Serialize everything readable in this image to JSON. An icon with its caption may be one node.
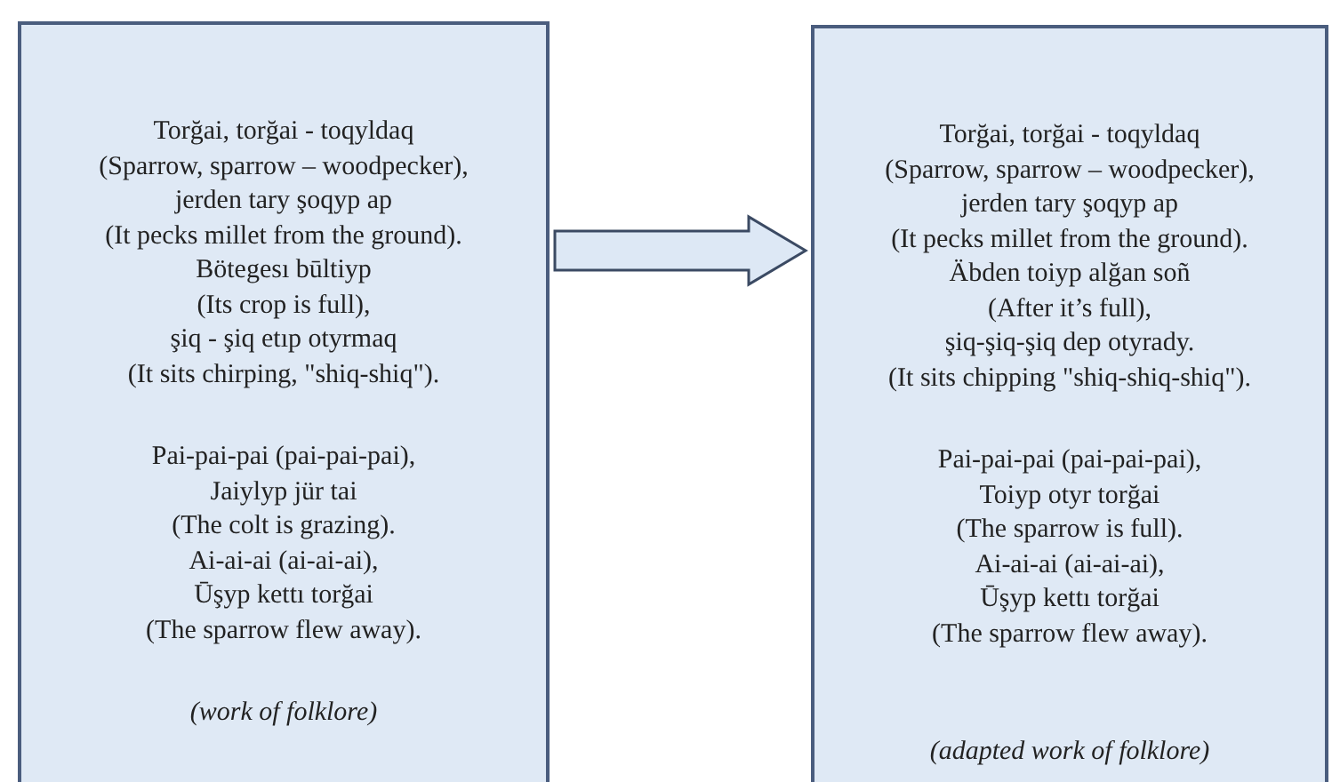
{
  "diagram": {
    "nodes": [
      {
        "text": [
          "Torğai, torğai - toqyldaq",
          "(Sparrow, sparrow – woodpecker),",
          "jerden tary şoqyp ap",
          "(It pecks millet from the ground).",
          "Bötegesı būltiyp",
          "(Its crop is full),",
          "şiq - şiq etıp otyrmaq",
          "(It sits chirping, \"shiq-shiq\").",
          "Pai-pai-pai (pai-pai-pai),",
          "Jaiylyp jür tai",
          "(The colt is grazing).",
          "Ai-ai-ai (ai-ai-ai),",
          "Ūşyp kettı torğai",
          "(The sparrow flew away).",
          "(work of folklore)"
        ]
      },
      {
        "text": [
          "Torğai, torğai - toqyldaq",
          "(Sparrow, sparrow – woodpecker),",
          "jerden tary şoqyp ap",
          "(It pecks millet from the ground).",
          "Äbden toiyp alğan soñ",
          "(After it’s full),",
          "şiq-şiq-şiq dep otyrady.",
          "(It sits chipping \"shiq-shiq-shiq\").",
          "Pai-pai-pai (pai-pai-pai),",
          "Toiyp otyr torğai",
          "(The sparrow is full).",
          "Ai-ai-ai (ai-ai-ai),",
          "Ūşyp kettı torğai",
          "(The sparrow flew away).",
          "(adapted work of folklore)"
        ]
      }
    ],
    "edges": [
      {
        "from": 0,
        "to": 1,
        "arrow": "to"
      }
    ]
  }
}
